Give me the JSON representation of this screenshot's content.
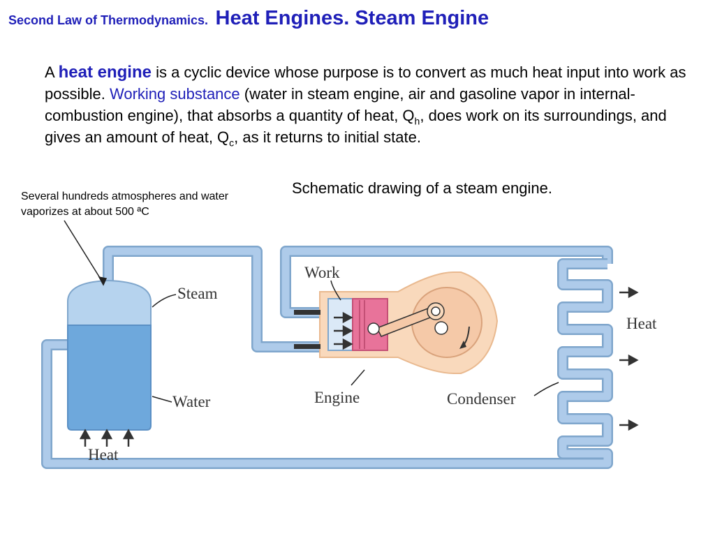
{
  "title": {
    "small": "Second Law of Thermodynamics.",
    "big": "Heat Engines. Steam Engine"
  },
  "paragraph": {
    "lead": "A",
    "keyword": "heat engine",
    "text1": "is a cyclic device whose purpose is to convert as much heat input into work as possible.",
    "term": "Working substance",
    "text2": "(water in steam engine, air and gasoline vapor in internal-combustion engine), that absorbs a quantity of heat, Q",
    "sub_h": "h",
    "text3": ", does work on its surroundings, and gives an amount of heat, Q",
    "sub_c": "c",
    "text4": ", as it returns to initial state."
  },
  "caption": "Schematic drawing of a steam engine.",
  "note": "Several hundreds atmospheres and water vaporizes at about 500 ªC",
  "diagram": {
    "labels": {
      "steam": "Steam",
      "water": "Water",
      "heat_in": "Heat",
      "work": "Work",
      "engine": "Engine",
      "condenser": "Condenser",
      "heat_out": "Heat"
    },
    "colors": {
      "pipe": "#aecbea",
      "pipe_stroke": "#7fa6cc",
      "steam": "#b6d3ee",
      "water": "#6ea8dc",
      "engine_housing": "#f9d9bc",
      "piston": "#e8739a",
      "flywheel": "#f5c9a8"
    }
  }
}
